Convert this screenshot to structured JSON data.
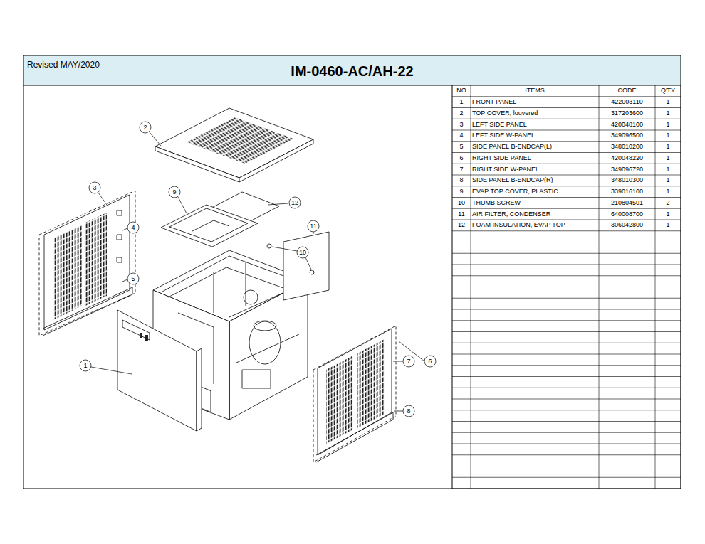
{
  "diagram": {
    "title": "IM-0460-AC/AH-22",
    "labels": [
      "Revised MAY/2020",
      "2",
      "3",
      "9",
      "12",
      "4",
      "11",
      "10",
      "5",
      "1",
      "7",
      "6",
      "8",
      "NO",
      "ITEMS",
      "CODE",
      "Q'TY",
      "1",
      "FRONT PANEL",
      "422003110",
      "1",
      "2",
      "TOP COVER, louvered",
      "317203600",
      "1",
      "3",
      "LEFT SIDE PANEL",
      "420048100",
      "1",
      "4",
      "LEFT SIDE W-PANEL",
      "349096500",
      "1",
      "5",
      "SIDE PANEL B-ENDCAP(L)",
      "348010200",
      "1",
      "6",
      "RIGHT SIDE PANEL",
      "420048220",
      "1",
      "7",
      "RIGHT SIDE W-PANEL",
      "349096720",
      "1",
      "8",
      "SIDE PANEL B-ENDCAP(R)",
      "348010300",
      "1",
      "9",
      "EVAP TOP COVER, PLASTIC",
      "339016100",
      "1",
      "10",
      "THUMB SCREW",
      "210804501",
      "2",
      "11",
      "AIR FILTER, CONDENSER",
      "640008700",
      "1",
      "12",
      "FOAM INSULATION, EVAP TOP",
      "306042800",
      "1"
    ]
  }
}
